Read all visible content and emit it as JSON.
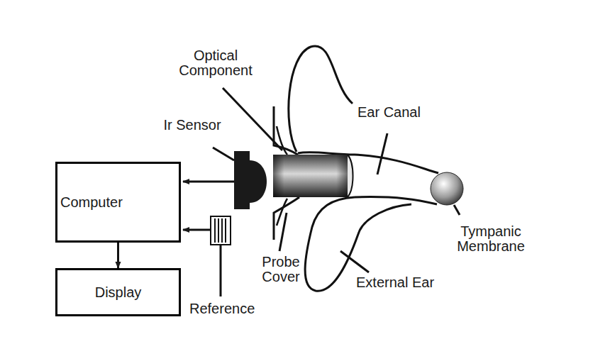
{
  "diagram": {
    "nodes": [
      {
        "text": [
          "Computer"
        ]
      },
      {
        "text": [
          "Display"
        ]
      }
    ],
    "edges": [
      {
        "from": 0,
        "to": 1,
        "arrow": "to"
      }
    ],
    "labels": [
      "Optical Component",
      "Ir Sensor",
      "Ear Canal",
      "Tympanic Membrane",
      "Probe Cover",
      "External Ear",
      "Reference"
    ]
  }
}
